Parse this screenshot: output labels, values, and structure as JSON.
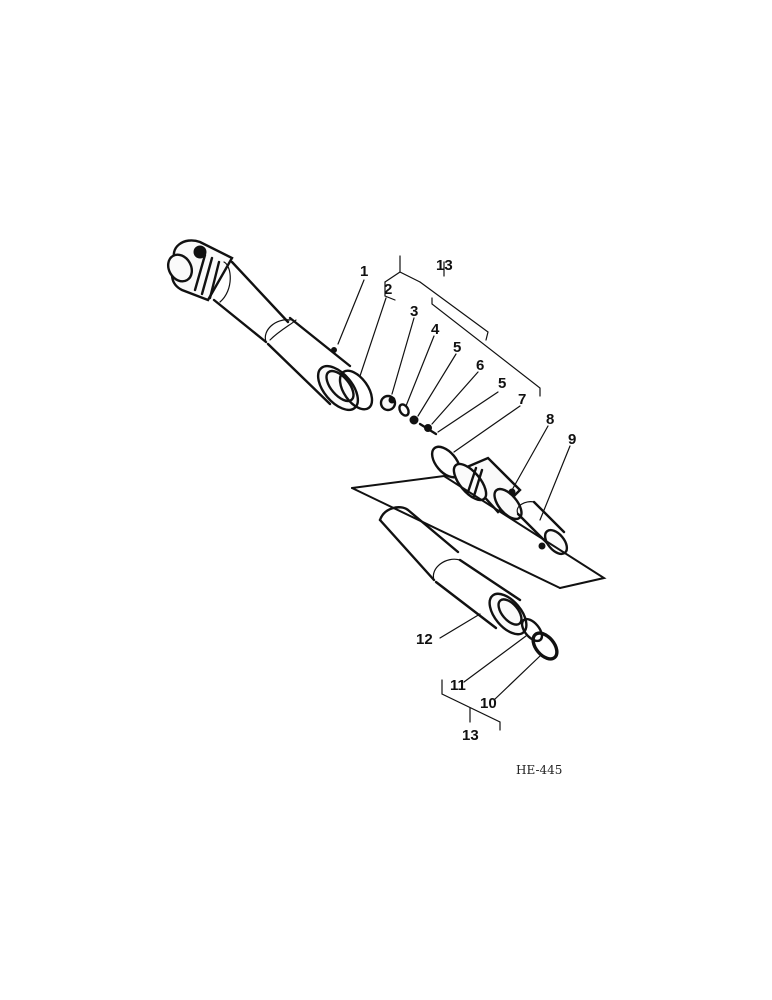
{
  "callouts": [
    "1",
    "2",
    "3",
    "4",
    "5",
    "6",
    "5",
    "7",
    "8",
    "9",
    "12",
    "11",
    "10",
    "13",
    "13"
  ],
  "drawing_code": "HE-445"
}
